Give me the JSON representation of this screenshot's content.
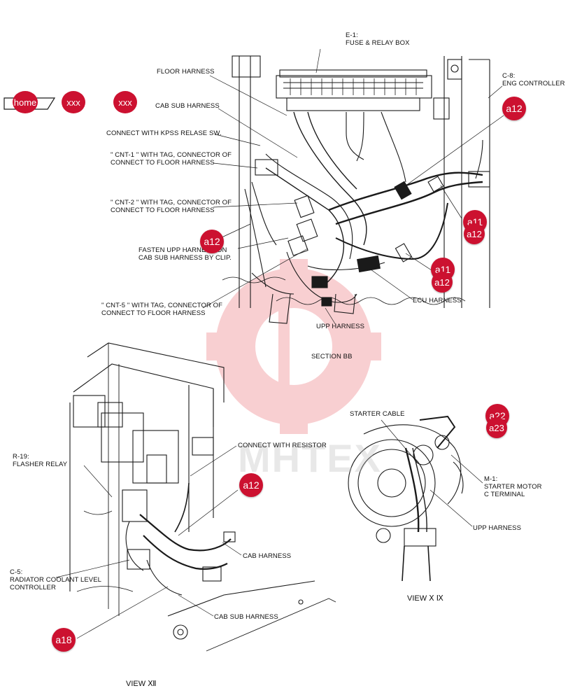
{
  "nav": {
    "home_label": "home",
    "prev_label": "xxx",
    "next_label": "xxx"
  },
  "watermark": {
    "text": "MHTEX"
  },
  "section_bb": {
    "title": "SECTION BB",
    "labels": {
      "e1": "E-1:\nFUSE & RELAY BOX",
      "c8": "C-8:\nENG CONTROLLER",
      "floor_harness": "FLOOR HARNESS",
      "cab_sub_harness": "CAB SUB HARNESS",
      "kpss": "CONNECT WITH KPSS RELASE SW.",
      "cnt1": "\" CNT-1 \" WITH TAG, CONNECTOR OF\nCONNECT TO FLOOR HARNESS",
      "cnt2": "\" CNT-2 \" WITH TAG, CONNECTOR OF\nCONNECT TO FLOOR HARNESS",
      "fasten": "FASTEN UPP HARNESS ON\nCAB SUB HARNESS BY CLIP.",
      "cnt5": "\" CNT-5 \" WITH TAG, CONNECTOR OF\nCONNECT TO FLOOR HARNESS",
      "ecu_harness": "ECU HARNESS",
      "upp_harness": "UPP HARNESS"
    }
  },
  "view_xii": {
    "title": "VIEW Ⅻ",
    "labels": {
      "r19": "R-19:\nFLASHER RELAY",
      "resistor": "CONNECT WITH RESISTOR",
      "cab_harness": "CAB HARNESS",
      "c5": "C-5:\nRADIATOR COOLANT LEVEL\nCONTROLLER",
      "cab_sub_harness": "CAB SUB HARNESS"
    }
  },
  "view_xix": {
    "title": "VIEW Ⅹ Ⅸ",
    "labels": {
      "starter_cable": "STARTER CABLE",
      "m1": "M-1:\nSTARTER MOTOR\nC TERMINAL",
      "upp_harness": "UPP HARNESS"
    }
  },
  "callouts": [
    {
      "label": "a12"
    },
    {
      "label": "a11"
    },
    {
      "label": "a12"
    },
    {
      "label": "a12"
    },
    {
      "label": "a11"
    },
    {
      "label": "a12"
    },
    {
      "label": "a22"
    },
    {
      "label": "a23"
    },
    {
      "label": "a12"
    },
    {
      "label": "a18"
    }
  ],
  "colors": {
    "callout_red": "#cc1130",
    "watermark_red": "#f4a8ad",
    "line": "#1a1a1a"
  }
}
